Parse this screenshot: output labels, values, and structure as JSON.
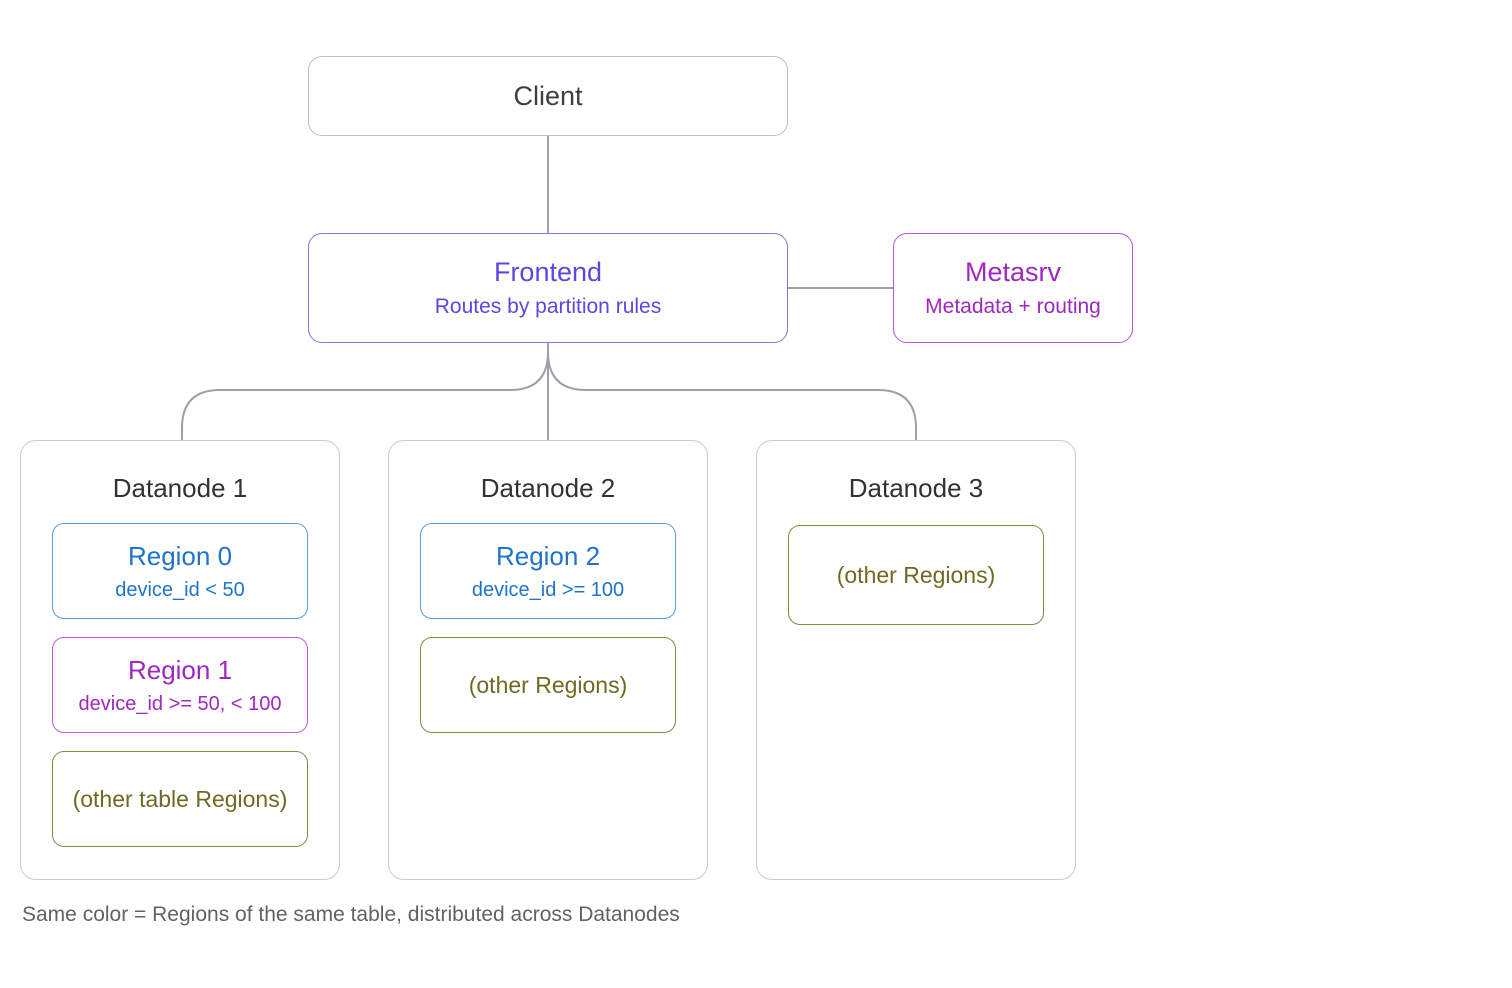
{
  "client": {
    "label": "Client"
  },
  "frontend": {
    "title": "Frontend",
    "subtitle": "Routes by partition rules"
  },
  "metasrv": {
    "title": "Metasrv",
    "subtitle": "Metadata + routing"
  },
  "datanodes": [
    {
      "title": "Datanode 1",
      "regions": [
        {
          "title": "Region 0",
          "subtitle": "device_id < 50",
          "theme": "blue"
        },
        {
          "title": "Region 1",
          "subtitle": "device_id >= 50, < 100",
          "theme": "magenta"
        },
        {
          "title": "(other table Regions)",
          "theme": "olive"
        }
      ]
    },
    {
      "title": "Datanode 2",
      "regions": [
        {
          "title": "Region 2",
          "subtitle": "device_id >= 100",
          "theme": "blue"
        },
        {
          "title": "(other Regions)",
          "theme": "olive"
        }
      ]
    },
    {
      "title": "Datanode 3",
      "regions": [
        {
          "title": "(other Regions)",
          "theme": "olive"
        }
      ]
    }
  ],
  "legend": "Same color = Regions of the same table, distributed across Datanodes",
  "colors": {
    "table_blue": "#1f74c9",
    "table_magenta": "#a028c0",
    "other_olive": "#6e6a23",
    "frontend_indigo": "#5a48e0",
    "metasrv_magenta": "#a028c0",
    "connector_gray": "#9ba1a8",
    "neutral_border_gray": "#c8cbd0",
    "dark_text": "#3c4043"
  }
}
